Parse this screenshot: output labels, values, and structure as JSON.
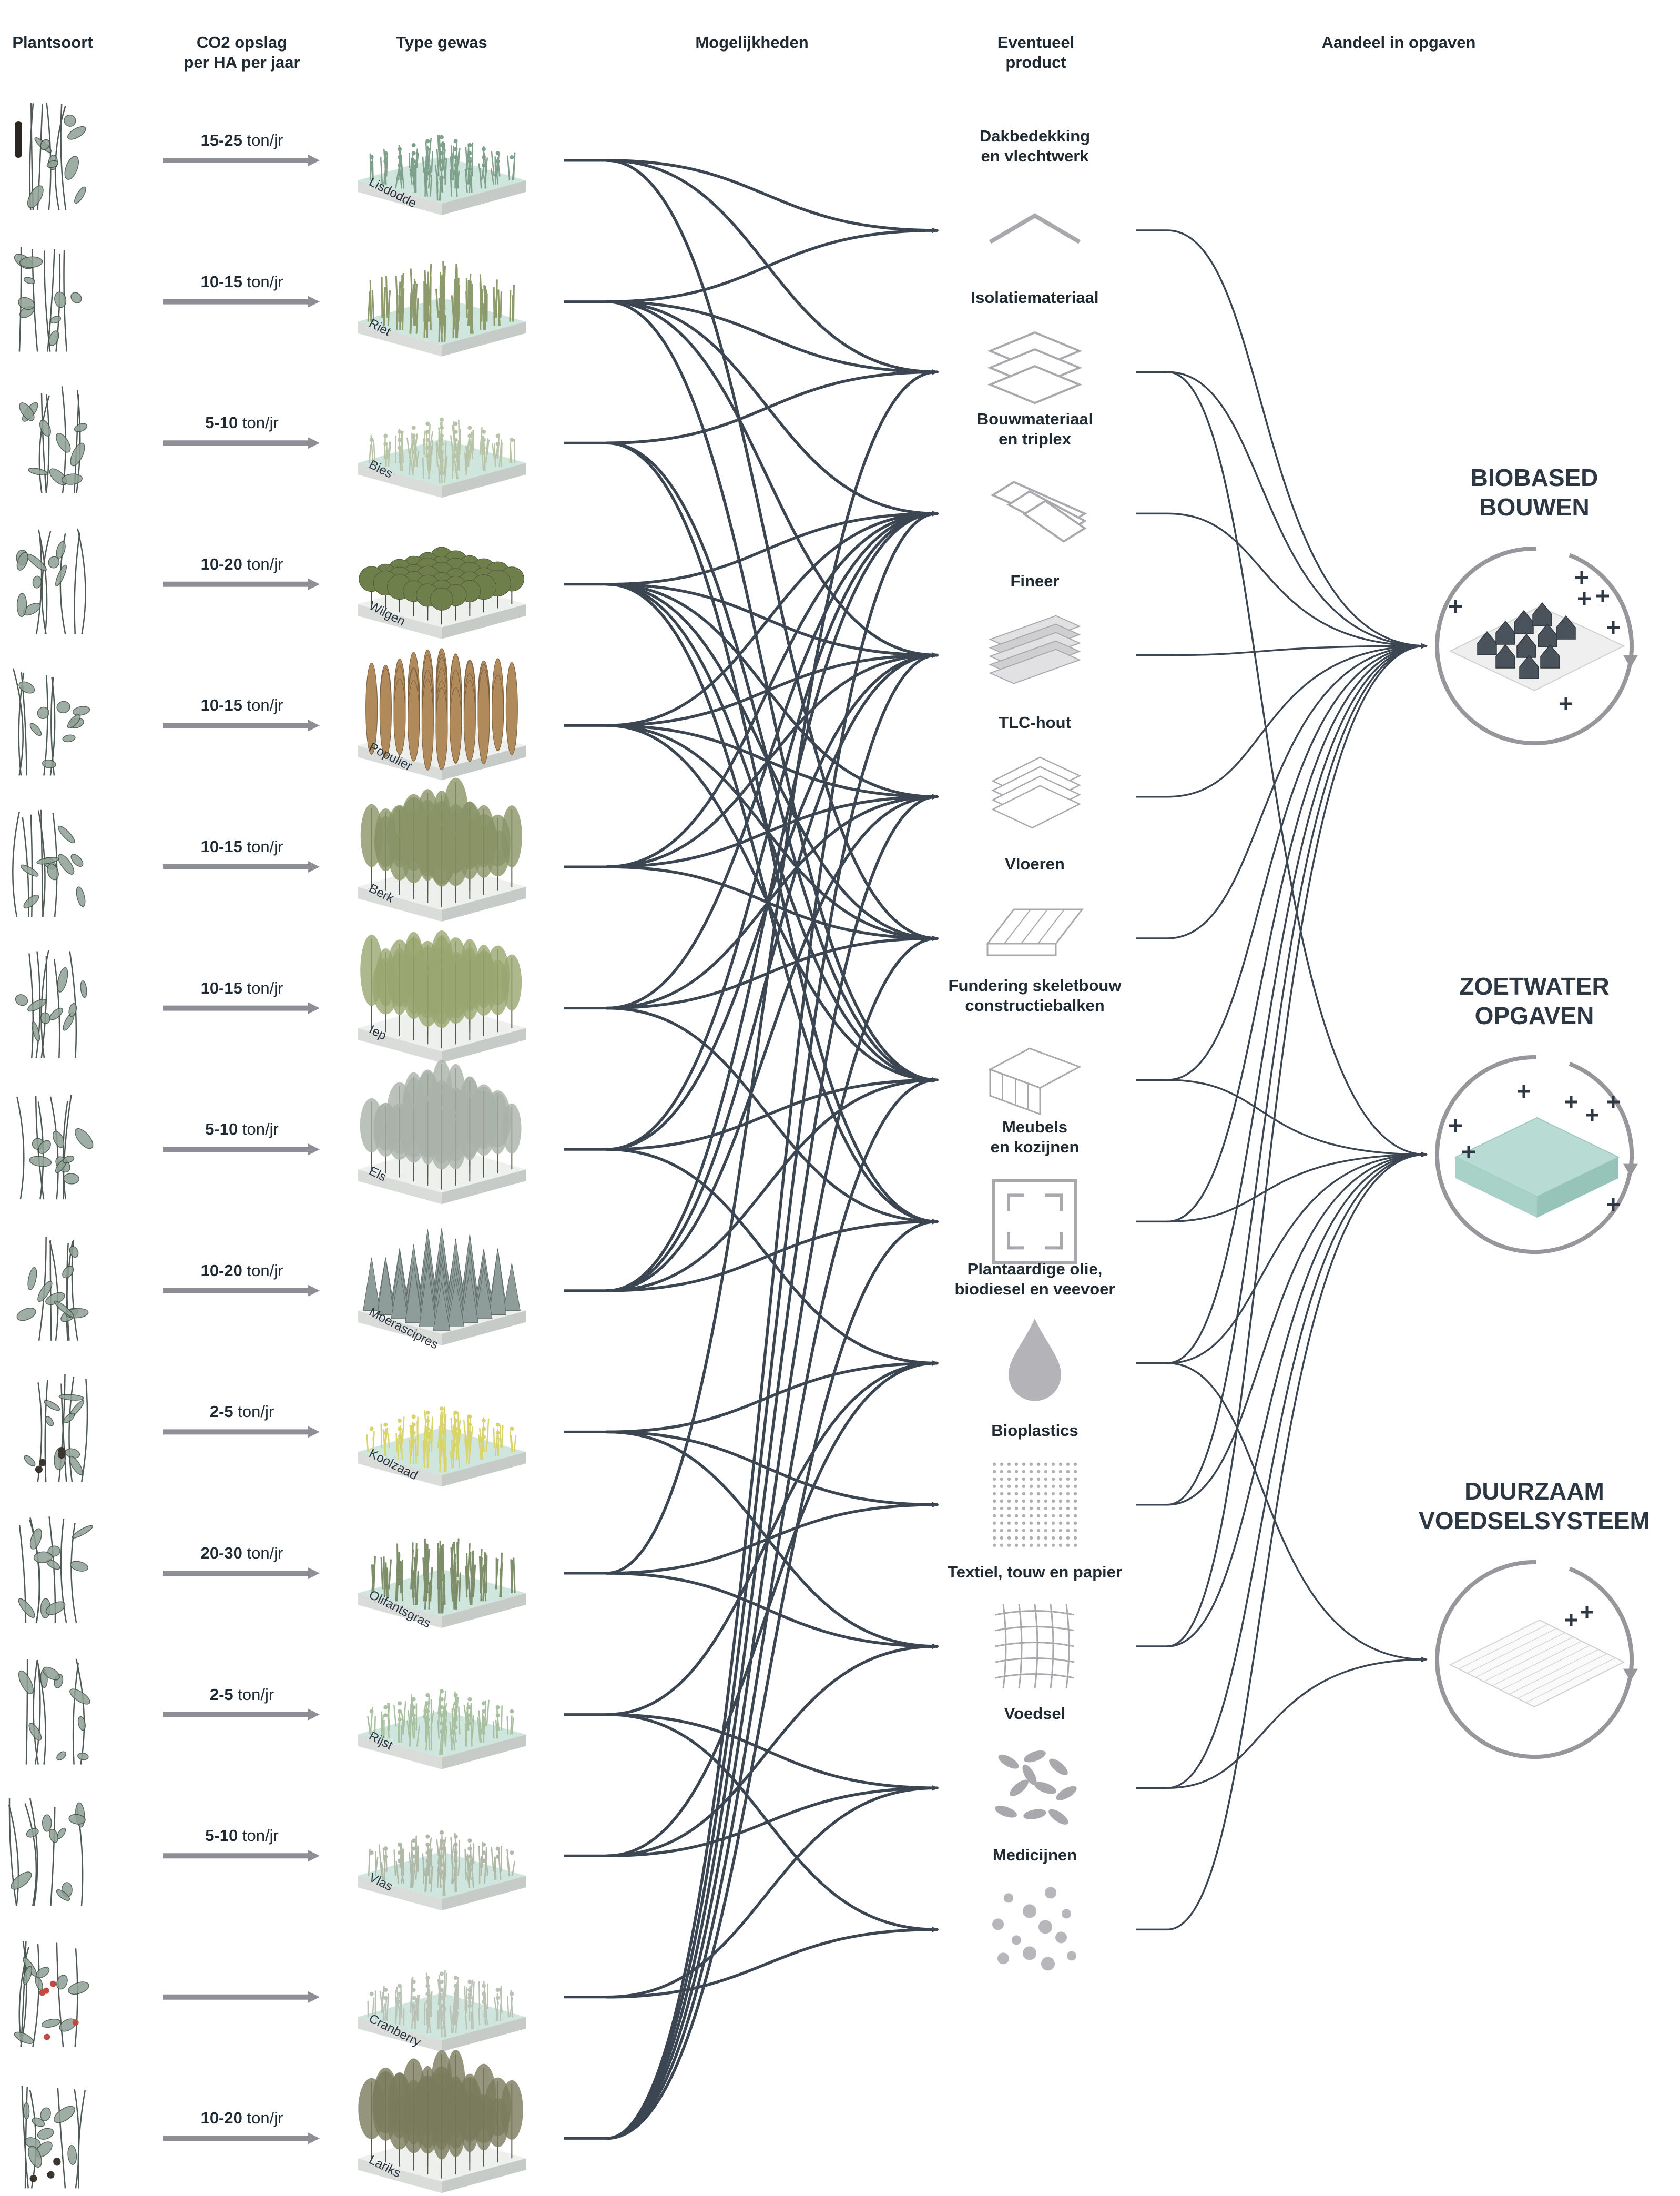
{
  "headers": {
    "plantsoort": "Plantsoort",
    "co2": "CO2 opslag\nper HA per jaar",
    "type_gewas": "Type gewas",
    "mogelijkheden": "Mogelijkheden",
    "product": "Eventueel\nproduct",
    "aandeel": "Aandeel in opgaven"
  },
  "crops": [
    {
      "name": "Lisdodde",
      "co2_range": "15-25",
      "co2_unit": "ton/jr",
      "style": "grass",
      "color": "#7fa08a"
    },
    {
      "name": "Riet",
      "co2_range": "10-15",
      "co2_unit": "ton/jr",
      "style": "reed",
      "color": "#8c9a6c"
    },
    {
      "name": "Bies",
      "co2_range": "5-10",
      "co2_unit": "ton/jr",
      "style": "grass",
      "color": "#b8c4a8"
    },
    {
      "name": "Wilgen",
      "co2_range": "10-20",
      "co2_unit": "ton/jr",
      "style": "round",
      "color": "#6f7f4c"
    },
    {
      "name": "Populier",
      "co2_range": "10-15",
      "co2_unit": "ton/jr",
      "style": "column",
      "color": "#b08a5a"
    },
    {
      "name": "Berk",
      "co2_range": "10-15",
      "co2_unit": "ton/jr",
      "style": "forest",
      "color": "#8a9466"
    },
    {
      "name": "Iep",
      "co2_range": "10-15",
      "co2_unit": "ton/jr",
      "style": "forest",
      "color": "#9aa670"
    },
    {
      "name": "Els",
      "co2_range": "5-10",
      "co2_unit": "ton/jr",
      "style": "forest",
      "color": "#a9b3aa"
    },
    {
      "name": "Moerascipres",
      "co2_range": "10-20",
      "co2_unit": "ton/jr",
      "style": "conifer",
      "color": "#8e9c9a"
    },
    {
      "name": "Koolzaad",
      "co2_range": "2-5",
      "co2_unit": "ton/jr",
      "style": "grass",
      "color": "#d9d46a"
    },
    {
      "name": "Olifantsgras",
      "co2_range": "20-30",
      "co2_unit": "ton/jr",
      "style": "reed",
      "color": "#7e8e6a"
    },
    {
      "name": "Rijst",
      "co2_range": "2-5",
      "co2_unit": "ton/jr",
      "style": "grass",
      "color": "#a8c0a0"
    },
    {
      "name": "Vlas",
      "co2_range": "5-10",
      "co2_unit": "ton/jr",
      "style": "grass",
      "color": "#b0b8a8"
    },
    {
      "name": "Cranberry",
      "co2_range": "",
      "co2_unit": "",
      "style": "grass",
      "color": "#b9c2b4"
    },
    {
      "name": "Lariks",
      "co2_range": "10-20",
      "co2_unit": "ton/jr",
      "style": "forest",
      "color": "#7a7a5c"
    }
  ],
  "products": [
    {
      "label": "Dakbedekking\nen vlechtwerk",
      "icon": "roof-icon"
    },
    {
      "label": "Isolatiemateriaal",
      "icon": "insulation-icon"
    },
    {
      "label": "Bouwmateriaal\nen triplex",
      "icon": "planks-icon"
    },
    {
      "label": "Fineer",
      "icon": "veneer-icon"
    },
    {
      "label": "TLC-hout",
      "icon": "clt-icon"
    },
    {
      "label": "Vloeren",
      "icon": "floor-icon"
    },
    {
      "label": "Fundering skeletbouw\nconstructiebalken",
      "icon": "beam-icon"
    },
    {
      "label": "Meubels\nen kozijnen",
      "icon": "frame-icon"
    },
    {
      "label": "Plantaardige olie,\nbiodiesel en veevoer",
      "icon": "drop-icon"
    },
    {
      "label": "Bioplastics",
      "icon": "dots-grid-icon"
    },
    {
      "label": "Textiel, touw en papier",
      "icon": "weave-icon"
    },
    {
      "label": "Voedsel",
      "icon": "seeds-icon"
    },
    {
      "label": "Medicijnen",
      "icon": "pills-icon"
    }
  ],
  "outcomes": [
    {
      "label": "BIOBASED\nBOUWEN",
      "icon": "houses-icon"
    },
    {
      "label": "ZOETWATER\nOPGAVEN",
      "icon": "water-block-icon"
    },
    {
      "label": "DUURZAAM\nVOEDSELSYSTEEM",
      "icon": "field-icon"
    }
  ],
  "crop_links": [
    [
      0,
      1,
      5
    ],
    [
      0,
      1,
      2,
      3,
      6
    ],
    [
      1,
      6,
      7
    ],
    [
      2,
      3,
      4,
      5,
      6,
      7
    ],
    [
      2,
      3,
      4,
      5,
      6
    ],
    [
      2,
      3,
      4,
      5
    ],
    [
      2,
      4,
      5,
      7
    ],
    [
      2,
      3,
      6,
      8
    ],
    [
      2,
      3,
      4,
      6,
      7
    ],
    [
      8,
      9,
      10
    ],
    [
      1,
      9,
      10
    ],
    [
      8,
      11,
      12
    ],
    [
      8,
      10,
      11
    ],
    [
      11,
      12
    ],
    [
      2,
      3,
      4,
      5,
      6,
      7
    ]
  ],
  "product_links": [
    [
      0
    ],
    [
      0,
      1
    ],
    [
      0
    ],
    [
      0
    ],
    [
      0
    ],
    [
      0
    ],
    [
      0,
      1
    ],
    [
      0,
      1
    ],
    [
      0,
      1,
      2
    ],
    [
      0,
      1
    ],
    [
      0,
      1
    ],
    [
      1,
      2
    ],
    [
      1
    ]
  ],
  "colors": {
    "flow": "#3b4652",
    "arrow": "#8e8e96",
    "icon": "#a9a9ad",
    "cycle": "#97979b",
    "water": "#b8dcd3",
    "plus": "#2d3844"
  }
}
